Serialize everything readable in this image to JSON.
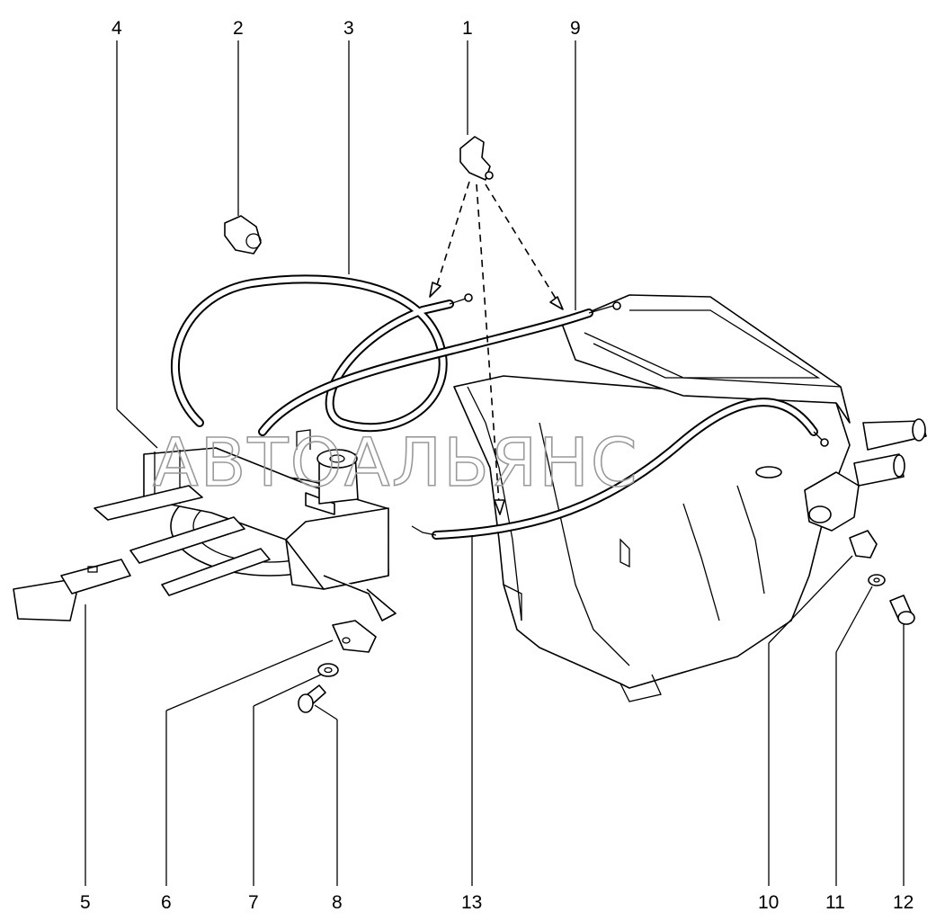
{
  "watermark": "АВТОАЛЬЯНС",
  "callouts": [
    {
      "id": "1",
      "label": "1"
    },
    {
      "id": "2",
      "label": "2"
    },
    {
      "id": "3",
      "label": "3"
    },
    {
      "id": "4",
      "label": "4"
    },
    {
      "id": "5",
      "label": "5"
    },
    {
      "id": "6",
      "label": "6"
    },
    {
      "id": "7",
      "label": "7"
    },
    {
      "id": "8",
      "label": "8"
    },
    {
      "id": "9",
      "label": "9"
    },
    {
      "id": "10",
      "label": "10"
    },
    {
      "id": "11",
      "label": "11"
    },
    {
      "id": "12",
      "label": "12"
    },
    {
      "id": "13",
      "label": "13"
    }
  ]
}
